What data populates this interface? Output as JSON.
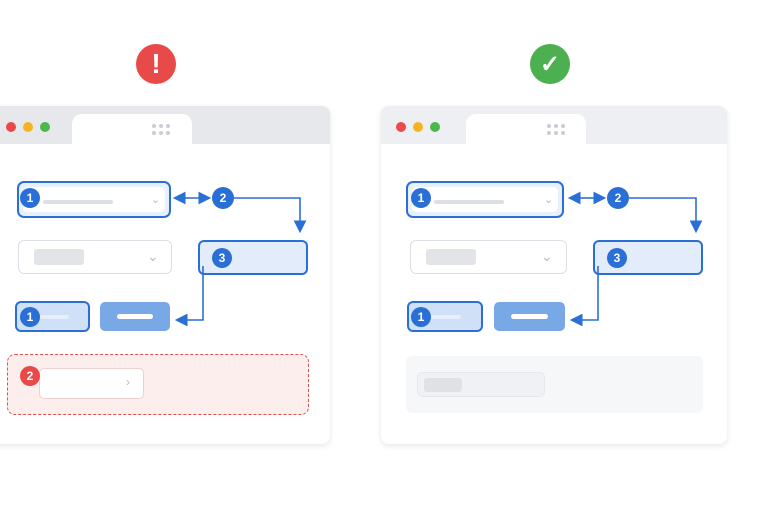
{
  "comparison": {
    "bad": {
      "status_icon": "exclamation-icon",
      "status_glyph": "!",
      "status_color": "#e84a4a",
      "badges": {
        "dropdown": "1",
        "arrow_node": "2",
        "target": "3",
        "button": "1",
        "error_region": "2"
      }
    },
    "good": {
      "status_icon": "checkmark-icon",
      "status_glyph": "✓",
      "status_color": "#4caf50",
      "badges": {
        "dropdown": "1",
        "arrow_node": "2",
        "target": "3",
        "button": "1"
      }
    }
  },
  "colors": {
    "accent_blue": "#2a6fd6",
    "error_red": "#e84a4a",
    "success_green": "#4caf50",
    "error_region_bg": "#fdeeee",
    "error_region_border": "#d9534f"
  }
}
